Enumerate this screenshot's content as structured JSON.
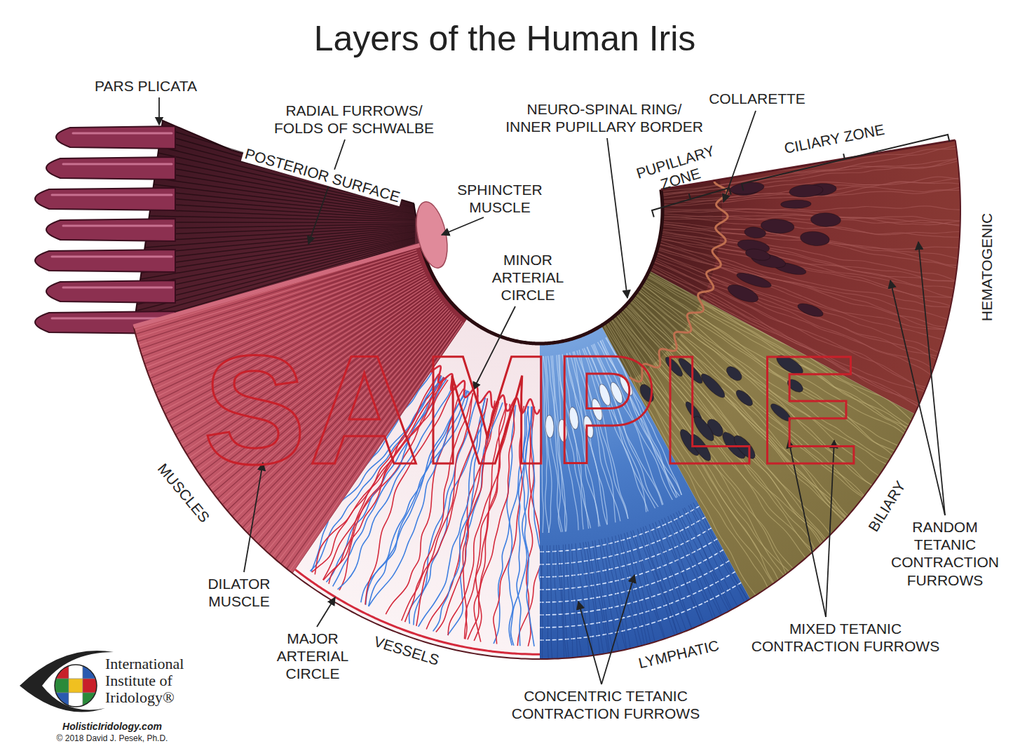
{
  "diagram": {
    "title": "Layers of the Human Iris",
    "labels": [
      "PARS PLICATA",
      "RADIAL FURROWS/ FOLDS OF SCHWALBE",
      "POSTERIOR SURFACE",
      "SPHINCTER MUSCLE",
      "MINOR ARTERIAL CIRCLE",
      "NEURO-SPINAL RING/ INNER PUPILLARY BORDER",
      "COLLARETTE",
      "PUPILLARY ZONE",
      "CILIARY ZONE",
      "HEMATOGENIC",
      "RANDOM TETANIC CONTRACTION FURROWS",
      "BILIARY",
      "MIXED TETANIC CONTRACTION FURROWS",
      "LYMPHATIC",
      "CONCENTRIC TETANIC CONTRACTION FURROWS",
      "VESSELS",
      "MAJOR ARTERIAL CIRCLE",
      "DILATOR MUSCLE",
      "MUSCLES",
      "SAMPLE",
      "International",
      "Institute of",
      "Iridology®",
      "HolisticIridology.com",
      "© 2018 David J. Pesek, Ph.D."
    ]
  }
}
